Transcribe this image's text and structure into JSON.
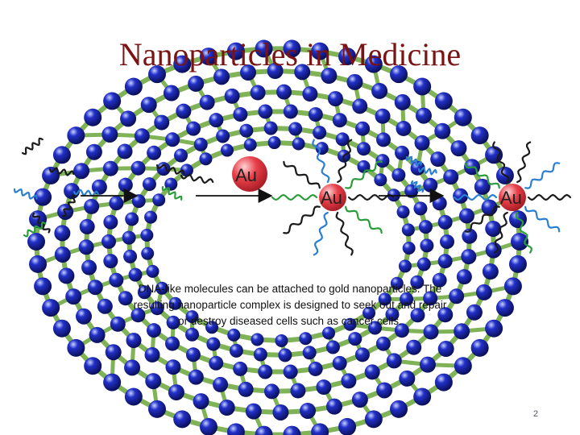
{
  "slide": {
    "title": "Nanoparticles in Medicine",
    "caption_lines": [
      "DNA-like molecules can be attached to gold nanoparticles. The",
      "resulting nanoparticle complex is designed to seek out and repair",
      "or destroy diseased cells such as cancer cells."
    ],
    "page_number": "2"
  },
  "diagram": {
    "particle_label": "Au",
    "particle_color": "#e8404a",
    "atom_color": "#2230c8",
    "bond_color": "#7fb356",
    "strand_colors": [
      "#1a1a1a",
      "#2a9c3a",
      "#2a7fd0"
    ],
    "icons": [
      "nanotube-ring",
      "dna-strand",
      "gold-nanoparticle",
      "arrow-right"
    ]
  }
}
